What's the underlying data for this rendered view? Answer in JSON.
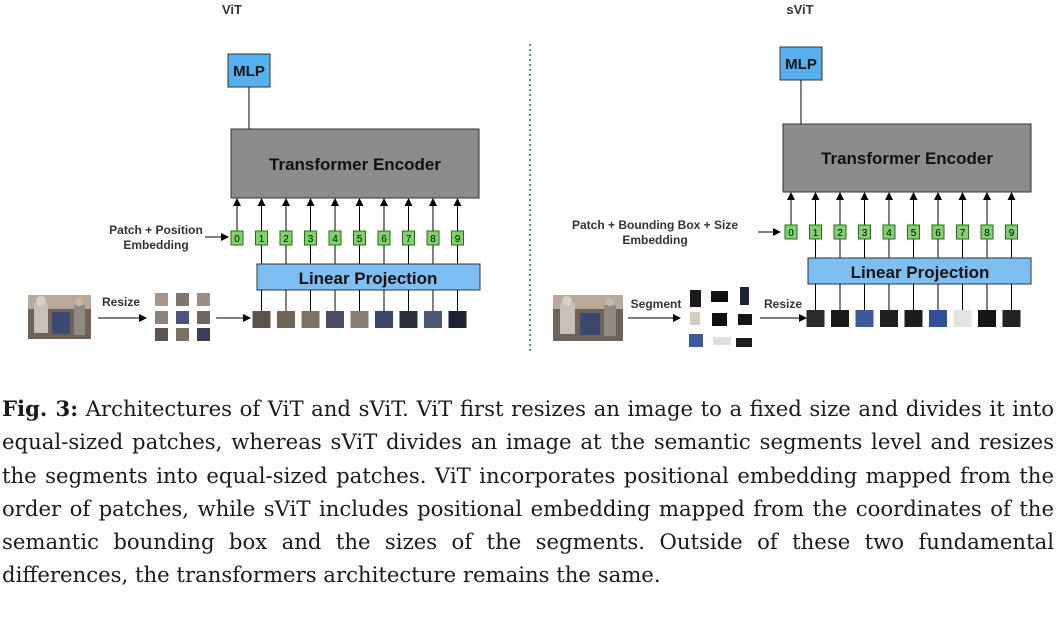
{
  "vit": {
    "title": "ViT",
    "mlp": "MLP",
    "encoder": "Transformer Encoder",
    "projection": "Linear Projection",
    "embedding_line1": "Patch + Position",
    "embedding_line2": "Embedding",
    "resize": "Resize",
    "tokens": [
      "0",
      "1",
      "2",
      "3",
      "4",
      "5",
      "6",
      "7",
      "8",
      "9"
    ]
  },
  "svit": {
    "title": "sViT",
    "mlp": "MLP",
    "encoder": "Transformer Encoder",
    "projection": "Linear Projection",
    "embedding_line1": "Patch + Bounding Box + Size",
    "embedding_line2": "Embedding",
    "segment": "Segment",
    "resize": "Resize",
    "tokens": [
      "0",
      "1",
      "2",
      "3",
      "4",
      "5",
      "6",
      "7",
      "8",
      "9"
    ]
  },
  "colors": {
    "encoder_fill": "#8c8c8c",
    "projection_fill": "#7dbff3",
    "mlp_fill": "#56b0f0",
    "token_fill": "#7ed36a",
    "divider": "#4a90a4"
  },
  "caption": {
    "label": "Fig. 3:",
    "text": "Architectures of ViT and sViT. ViT first resizes an image to a fixed size and divides it into equal-sized patches, whereas sViT divides an image at the semantic segments level and resizes the segments into equal-sized patches. ViT incorporates po­sitional embedding mapped from the order of patches, while sViT includes positional embedding mapped from the coordinates of the semantic bounding box and the sizes of the segments. Outside of these two fundamental differences, the transformers archi­tecture remains the same."
  }
}
